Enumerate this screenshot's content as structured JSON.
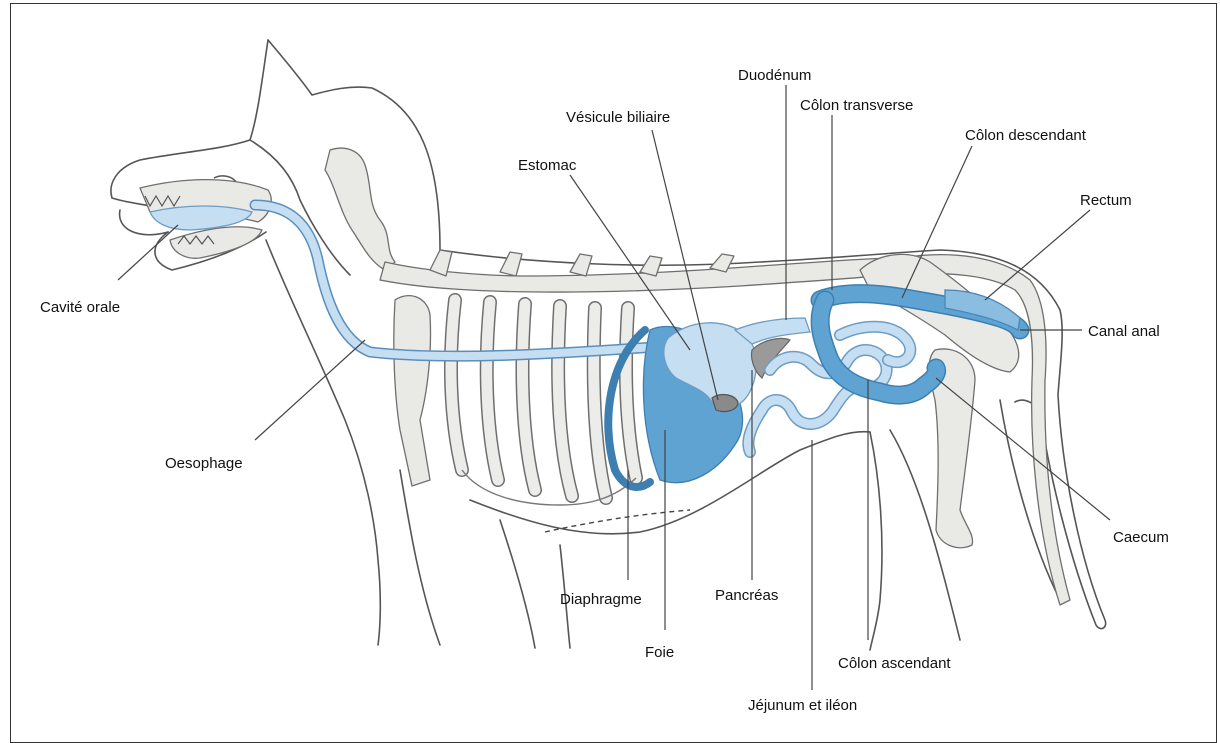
{
  "labels": {
    "cavite_orale": "Cavité orale",
    "oesophage": "Oesophage",
    "estomac": "Estomac",
    "vesicule_biliaire": "Vésicule biliaire",
    "duodenum": "Duodénum",
    "colon_transverse": "Côlon transverse",
    "colon_descendant": "Côlon descendant",
    "rectum": "Rectum",
    "canal_anal": "Canal anal",
    "caecum": "Caecum",
    "diaphragme": "Diaphragme",
    "foie": "Foie",
    "pancreas": "Pancréas",
    "colon_ascendant": "Côlon ascendant",
    "jejunum_ileon": "Jéjunum et iléon"
  },
  "colors": {
    "organ_dark": "#5fa3d3",
    "organ_mid": "#8bbde1",
    "organ_light": "#c5def1",
    "pancreas": "#9a9a9a",
    "bone": "#e9e9e6",
    "outline": "#555555"
  }
}
